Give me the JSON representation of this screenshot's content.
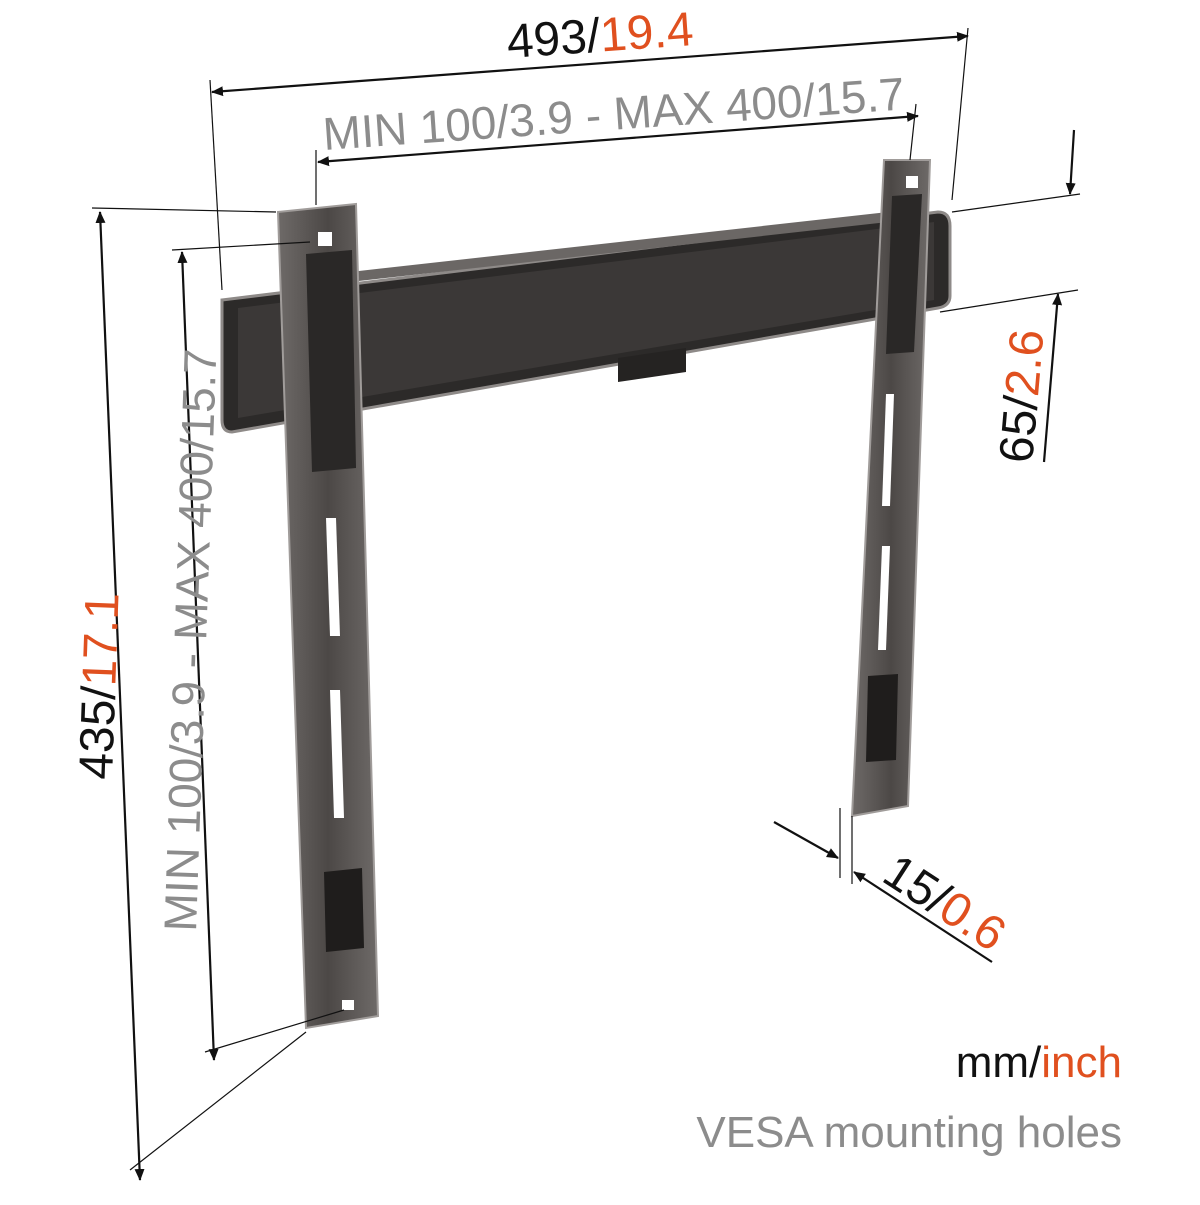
{
  "colors": {
    "mm": "#111111",
    "inch": "#e0501f",
    "vesa": "#8c8c8c",
    "bracket_dark": "#3a3736",
    "bracket_rail": "#5a5654",
    "bracket_edge": "#9c9896"
  },
  "dimensions": {
    "width": {
      "mm": "493/",
      "inch": "19.4"
    },
    "vesa_horizontal": {
      "min_label": "MIN 100/",
      "min_inch": "3.9",
      "sep": " - MAX 400/",
      "max_inch": "15.7"
    },
    "height": {
      "mm": "435/",
      "inch": "17.1"
    },
    "vesa_vertical": {
      "min_label": "MIN 100/",
      "min_inch": "3.9",
      "sep": " - MAX 400/",
      "max_inch": "15.7"
    },
    "depth_wall": {
      "mm": "65/",
      "inch": "2.6"
    },
    "depth_profile": {
      "mm": "15/",
      "inch": "0.6"
    }
  },
  "legend": {
    "units_mm": "mm/",
    "units_inch": "inch",
    "vesa": "VESA mounting holes"
  }
}
